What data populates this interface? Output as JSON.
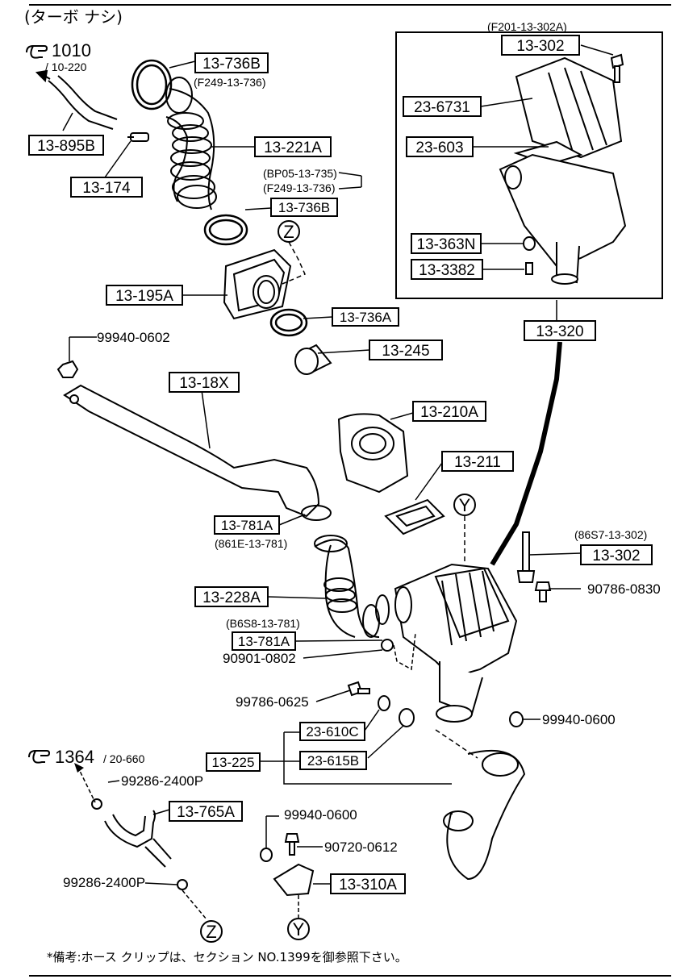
{
  "header": {
    "title": "(ターボ ナシ)"
  },
  "references": {
    "ref1": {
      "number": "1010",
      "sub": "/ 10-220"
    },
    "ref2": {
      "number": "1364",
      "sub": "/ 20-660"
    }
  },
  "labels": {
    "p13_736B_top": "13-736B",
    "p13_736B_top_alt": "(F249-13-736)",
    "p13_895B": "13-895B",
    "p13_174": "13-174",
    "p13_221A": "13-221A",
    "alt_bp05": "(BP05-13-735)",
    "alt_f249": "(F249-13-736)",
    "p13_736B_mid": "13-736B",
    "p13_195A": "13-195A",
    "p13_736A": "13-736A",
    "p13_245": "13-245",
    "p99940_0602": "99940-0602",
    "p13_18X": "13-18X",
    "p13_210A": "13-210A",
    "p13_211": "13-211",
    "p13_781A_top": "13-781A",
    "p13_781A_top_alt": "(861E-13-781)",
    "p13_228A": "13-228A",
    "alt_b6s8": "(B6S8-13-781)",
    "p13_781A_bot": "13-781A",
    "p90901_0802": "90901-0802",
    "p99786_0625": "99786-0625",
    "p23_610C": "23-610C",
    "p23_615B": "23-615B",
    "p13_225": "13-225",
    "p99940_0600_right": "99940-0600",
    "alt_86s7": "(86S7-13-302)",
    "p13_302_right": "13-302",
    "p90786_0830": "90786-0830",
    "p99286_top": "99286-2400P",
    "p13_765A": "13-765A",
    "p99940_0600_bot": "99940-0600",
    "p90720_0612": "90720-0612",
    "p13_310A": "13-310A",
    "p99286_bot": "99286-2400P",
    "alt_f201": "(F201-13-302A)",
    "p13_302_box": "13-302",
    "p23_6731": "23-6731",
    "p23_603": "23-603",
    "p13_363N": "13-363N",
    "p13_3382": "13-3382",
    "p13_320": "13-320"
  },
  "markers": {
    "z": "Z",
    "y": "Y"
  },
  "footnote": "*備考:ホース クリップは、セクション NO.1399を御参照下さい。"
}
